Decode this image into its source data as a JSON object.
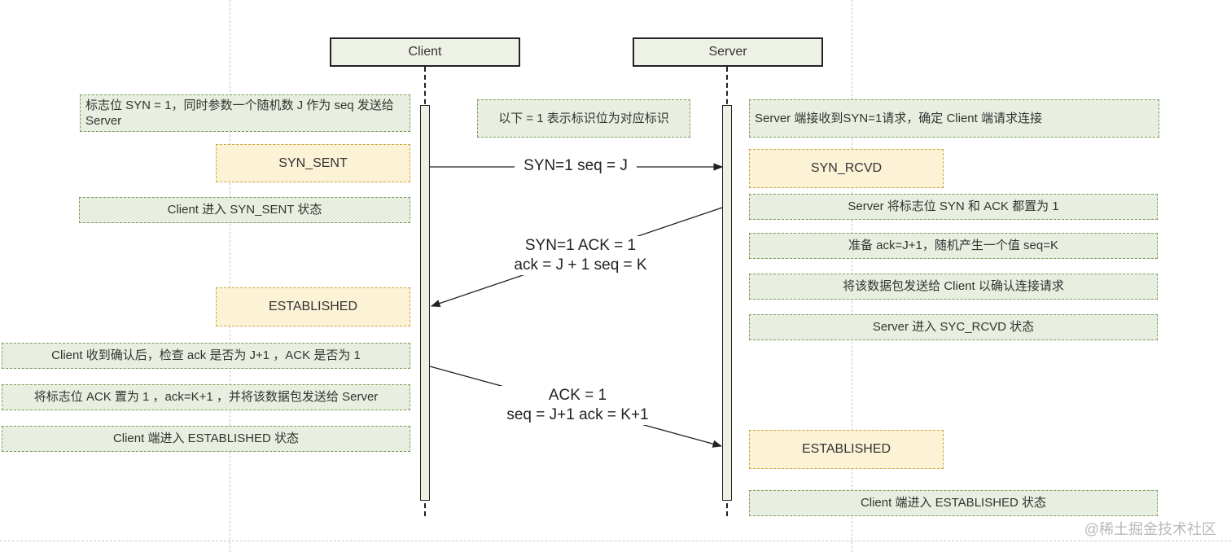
{
  "actors": {
    "client": "Client",
    "server": "Server"
  },
  "client_notes": {
    "n1": "标志位 SYN = 1，同时参数一个随机数 J 作为 seq 发送给 Server",
    "state1": "SYN_SENT",
    "n2": "Client 进入 SYN_SENT 状态",
    "state2": "ESTABLISHED",
    "n3": "Client 收到确认后，检查 ack 是否为 J+1 ，ACK 是否为 1",
    "n4": "将标志位 ACK 置为 1 ，ack=K+1 ，并将该数据包发送给 Server",
    "n5": "Client 端进入 ESTABLISHED 状态"
  },
  "center_note": "以下 = 1 表示标识位为对应标识",
  "server_notes": {
    "n1": "Server 端接收到SYN=1请求，确定 Client 端请求连接",
    "state1": "SYN_RCVD",
    "n2": "Server 将标志位 SYN 和 ACK 都置为 1",
    "n3": "准备 ack=J+1，随机产生一个值 seq=K",
    "n4": "将该数据包发送给 Client 以确认连接请求",
    "n5": "Server 进入 SYC_RCVD 状态",
    "state2": "ESTABLISHED",
    "n6": "Client 端进入 ESTABLISHED 状态"
  },
  "messages": {
    "m1": "SYN=1   seq = J",
    "m2_line1": "SYN=1  ACK = 1",
    "m2_line2": "ack = J + 1  seq = K",
    "m3_line1": "ACK = 1",
    "m3_line2": "seq = J+1  ack = K+1"
  },
  "watermark": "@稀土掘金技术社区"
}
